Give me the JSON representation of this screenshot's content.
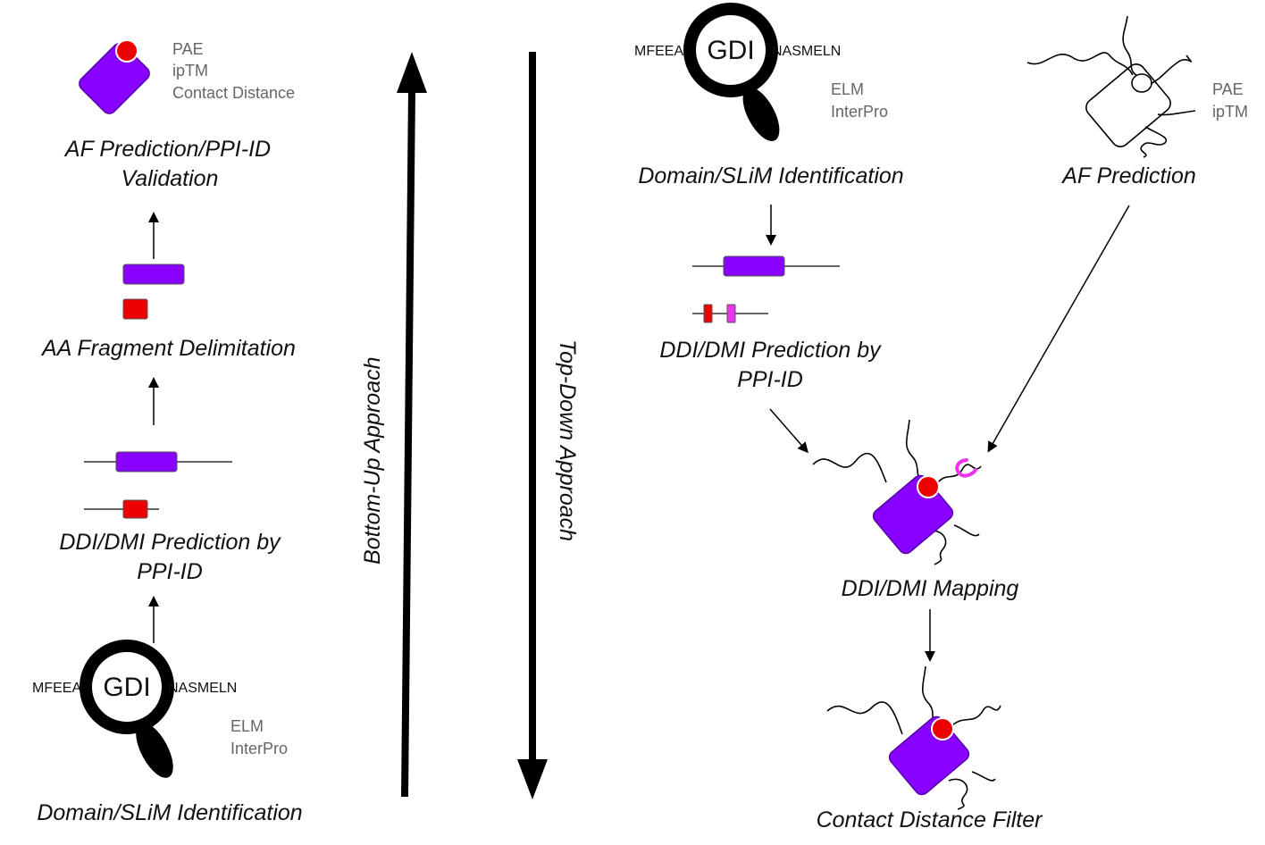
{
  "left": {
    "step_validation_line1": "AF Prediction/PPI-ID",
    "step_validation_line2": "Validation",
    "validation_metrics": [
      "PAE",
      "ipTM",
      "Contact Distance"
    ],
    "step_fragment": "AA Fragment Delimitation",
    "step_prediction_line1": "DDI/DMI Prediction by",
    "step_prediction_line2": "PPI-ID",
    "sequence_left": "MFEEA",
    "sequence_highlight": "GDI",
    "sequence_right": "NASMELN",
    "tools": [
      "ELM",
      "InterPro"
    ],
    "step_identification": "Domain/SLiM Identification"
  },
  "center": {
    "bottom_up_label": "Bottom-Up Approach",
    "top_down_label": "Top-Down Approach"
  },
  "right": {
    "sequence_left": "MFEEA",
    "sequence_highlight": "GDI",
    "sequence_right": "NASMELN",
    "tools": [
      "ELM",
      "InterPro"
    ],
    "step_identification": "Domain/SLiM Identification",
    "af_metrics": [
      "PAE",
      "ipTM"
    ],
    "step_af": "AF Prediction",
    "step_prediction_line1": "DDI/DMI Prediction by",
    "step_prediction_line2": "PPI-ID",
    "step_mapping": "DDI/DMI Mapping",
    "step_filter": "Contact Distance Filter"
  },
  "colors": {
    "domain": "#8800ff",
    "motif": "#ee0000",
    "motif_alt": "#ee33ee",
    "arrow": "#000000",
    "tool_text": "#666666"
  }
}
